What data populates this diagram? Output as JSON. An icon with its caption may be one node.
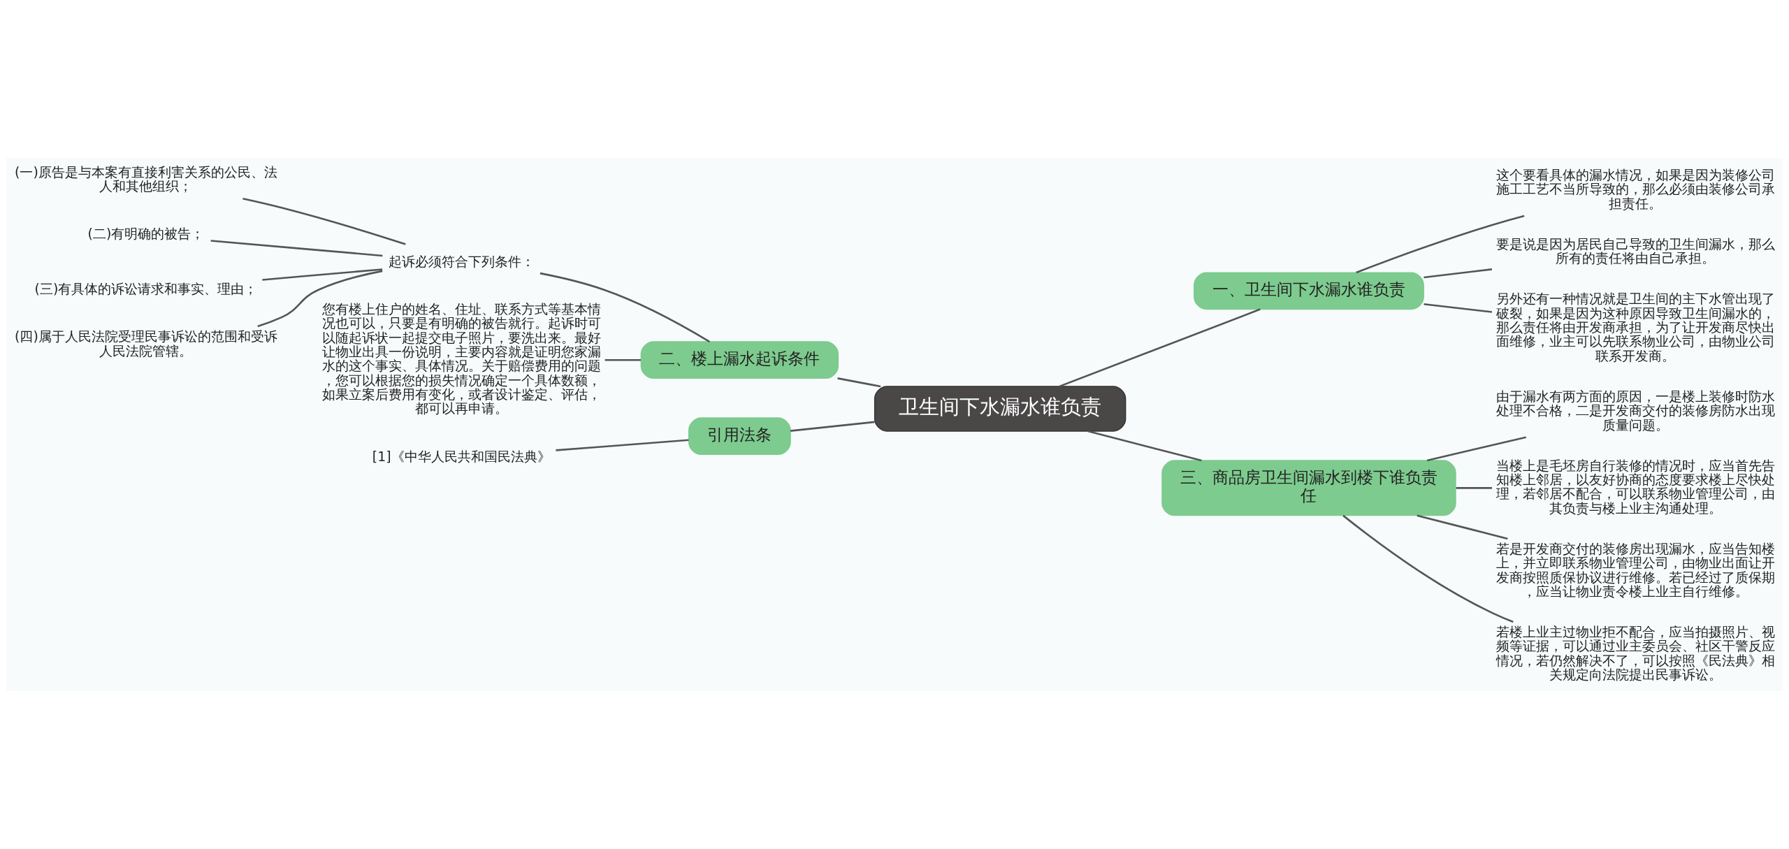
{
  "diagram": {
    "nodes": [
      {
        "text": [
          "卫生间下水漏水谁负责"
        ]
      },
      {
        "text": [
          "一、卫生间下水漏水谁负责"
        ]
      },
      {
        "text": [
          "这个要看具体的漏水情况，如果是因为装修公司施工工艺不当所导致的，那么必须由装修公司承担责任。"
        ]
      },
      {
        "text": [
          "要是说是因为居民自己导致的卫生间漏水，那么所有的责任将由自己承担。"
        ]
      },
      {
        "text": [
          "另外还有一种情况就是卫生间的主下水管出现了破裂，如果是因为这种原因导致卫生间漏水的，那么责任将由开发商承担，为了让开发商尽快出面维修，业主可以先联系物业公司，由物业公司联系开发商。"
        ]
      },
      {
        "text": [
          "二、楼上漏水起诉条件"
        ]
      },
      {
        "text": [
          "起诉必须符合下列条件："
        ]
      },
      {
        "text": [
          "(一)原告是与本案有直接利害关系的公民、法人和其他组织；"
        ]
      },
      {
        "text": [
          "(二)有明确的被告；"
        ]
      },
      {
        "text": [
          "(三)有具体的诉讼请求和事实、理由；"
        ]
      },
      {
        "text": [
          "(四)属于人民法院受理民事诉讼的范围和受诉人民法院管辖。"
        ]
      },
      {
        "text": [
          "您有楼上住户的姓名、住址、联系方式等基本情况也可以，只要是有明确的被告就行。起诉时可以随起诉状一起提交电子照片，要洗出来。最好让物业出具一份说明，主要内容就是证明您家漏水的这个事实、具体情况。关于赔偿费用的问题，您可以根据您的损失情况确定一个具体数额，如果立案后费用有变化，或者设计鉴定、评估，都可以再申请。"
        ]
      },
      {
        "text": [
          "三、商品房卫生间漏水到楼下谁负责任"
        ]
      },
      {
        "text": [
          "由于漏水有两方面的原因，一是楼上装修时防水处理不合格，二是开发商交付的装修房防水出现质量问题。"
        ]
      },
      {
        "text": [
          "当楼上是毛坯房自行装修的情况时，应当首先告知楼上邻居，以友好协商的态度要求楼上尽快处理，若邻居不配合，可以联系物业管理公司，由其负责与楼上业主沟通处理。"
        ]
      },
      {
        "text": [
          "若是开发商交付的装修房出现漏水，应当告知楼上，并立即联系物业管理公司，由物业出面让开发商按照质保协议进行维修。若已经过了质保期，应当让物业责令楼上业主自行维修。"
        ]
      },
      {
        "text": [
          "若楼上业主过物业拒不配合，应当拍摄照片、视频等证据，可以通过业主委员会、社区干警反应情况，若仍然解决不了，可以按照《民法典》相关规定向法院提出民事诉讼。"
        ]
      },
      {
        "text": [
          "引用法条"
        ]
      },
      {
        "text": [
          "[1]《中华人民共和国民法典》"
        ]
      }
    ],
    "edges": [
      {
        "from": 0,
        "to": 1,
        "arrow": "none"
      },
      {
        "from": 1,
        "to": 2,
        "arrow": "none"
      },
      {
        "from": 1,
        "to": 3,
        "arrow": "none"
      },
      {
        "from": 1,
        "to": 4,
        "arrow": "none"
      },
      {
        "from": 0,
        "to": 5,
        "arrow": "none"
      },
      {
        "from": 5,
        "to": 6,
        "arrow": "none"
      },
      {
        "from": 6,
        "to": 7,
        "arrow": "none"
      },
      {
        "from": 6,
        "to": 8,
        "arrow": "none"
      },
      {
        "from": 6,
        "to": 9,
        "arrow": "none"
      },
      {
        "from": 6,
        "to": 10,
        "arrow": "none"
      },
      {
        "from": 5,
        "to": 11,
        "arrow": "none"
      },
      {
        "from": 0,
        "to": 12,
        "arrow": "none"
      },
      {
        "from": 12,
        "to": 13,
        "arrow": "none"
      },
      {
        "from": 12,
        "to": 14,
        "arrow": "none"
      },
      {
        "from": 12,
        "to": 15,
        "arrow": "none"
      },
      {
        "from": 12,
        "to": 16,
        "arrow": "none"
      },
      {
        "from": 0,
        "to": 17,
        "arrow": "none"
      },
      {
        "from": 17,
        "to": 18,
        "arrow": "none"
      }
    ]
  }
}
